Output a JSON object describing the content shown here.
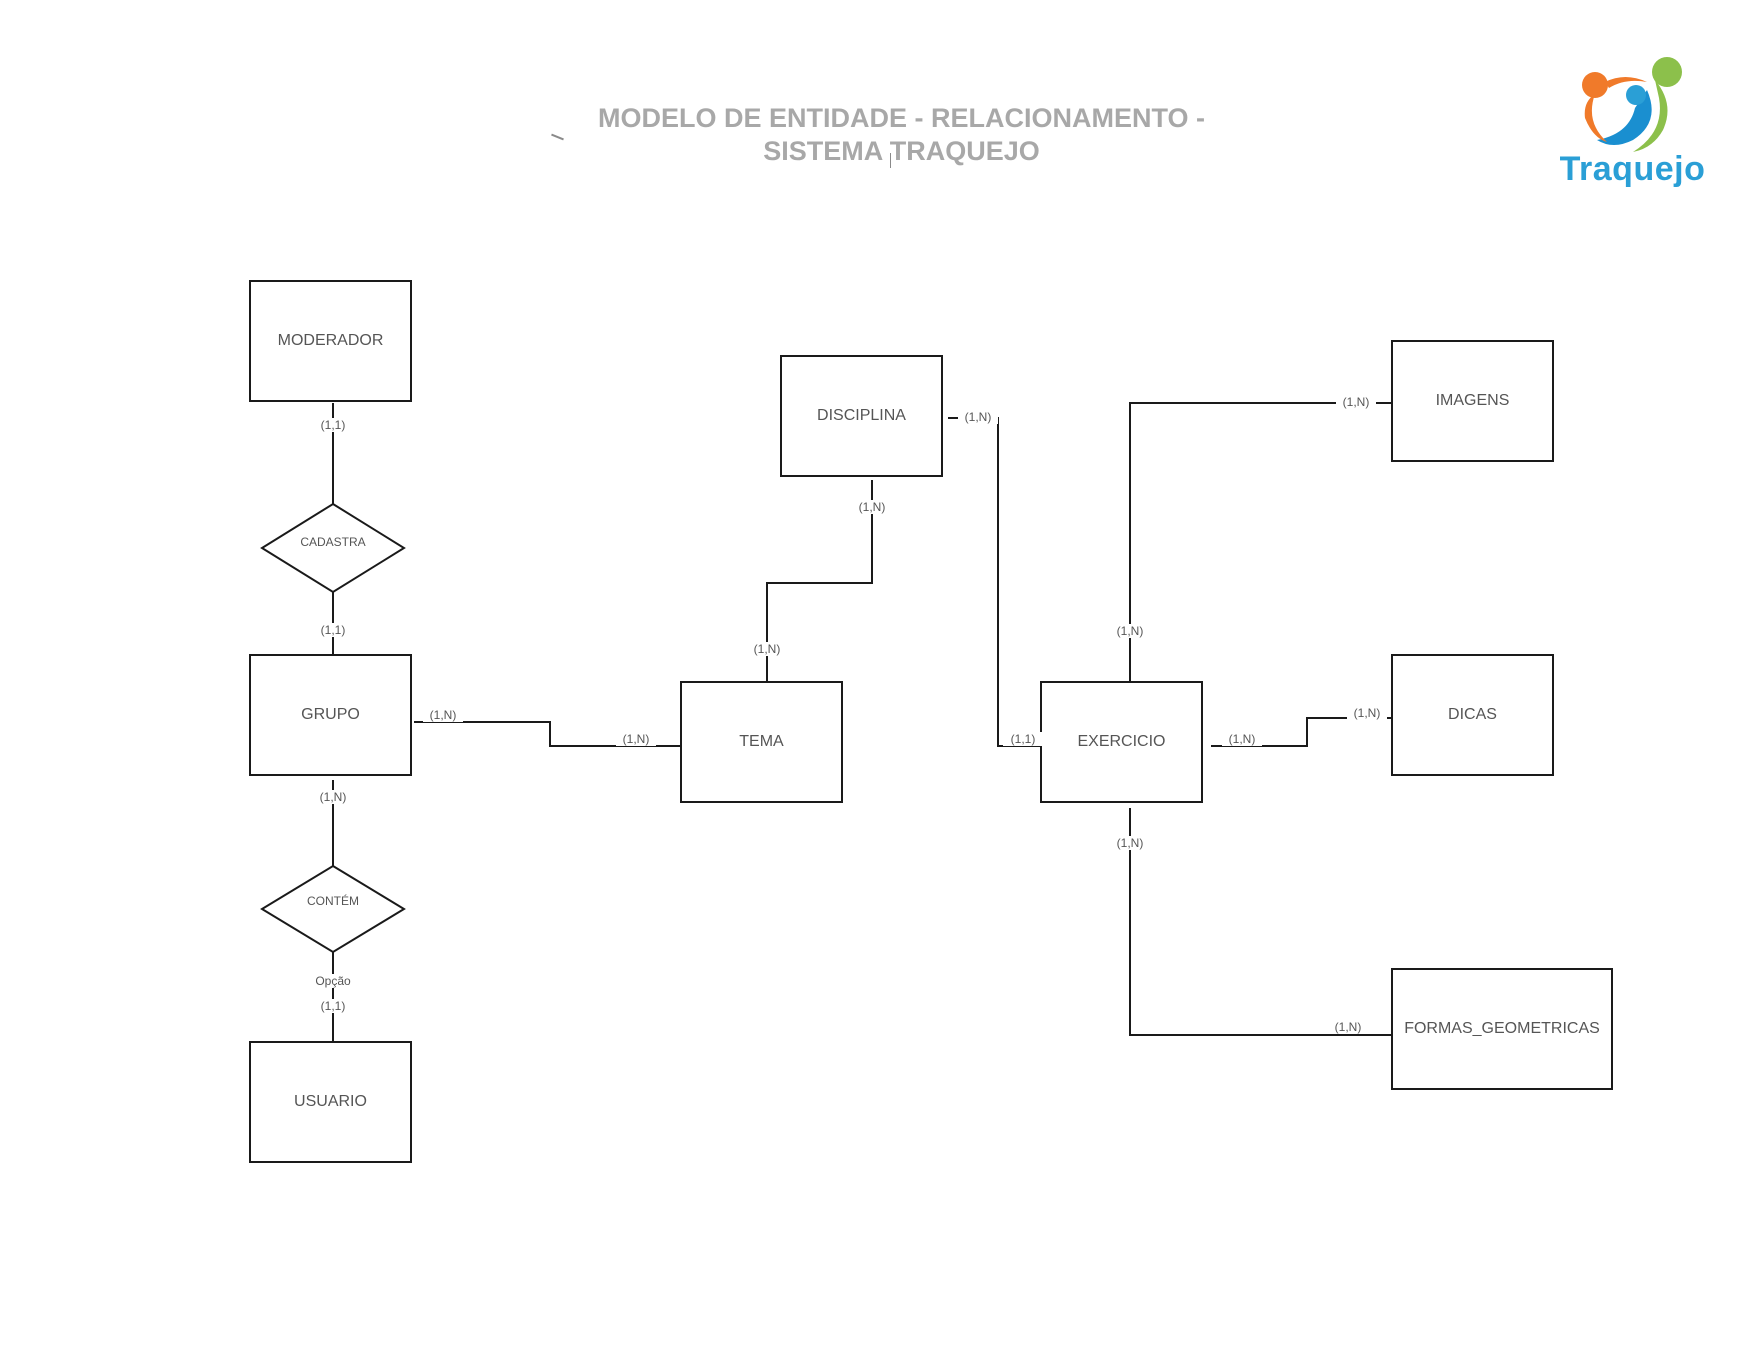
{
  "title": {
    "line1": "MODELO DE ENTIDADE - RELACIONAMENTO -",
    "line2": "SISTEMA TRAQUEJO"
  },
  "logo": {
    "text": "Traquejo",
    "colors": {
      "orange": "#f07a2a",
      "green": "#8cc04b",
      "blue": "#2a9fd6"
    }
  },
  "entities": {
    "moderador": "MODERADOR",
    "grupo": "GRUPO",
    "usuario": "USUARIO",
    "disciplina": "DISCIPLINA",
    "tema": "TEMA",
    "exercicio": "EXERCICIO",
    "imagens": "IMAGENS",
    "dicas": "DICAS",
    "formas_geometricas": "FORMAS_GEOMETRICAS"
  },
  "relationships": {
    "cadastra": "CADASTRA",
    "contem": "CONTÉM"
  },
  "cardinalities": {
    "moderador_cadastra": "(1,1)",
    "cadastra_grupo": "(1,1)",
    "grupo_contem": "(1,N)",
    "opcao_label": "Opção",
    "contem_usuario": "(1,1)",
    "grupo_tema_grupo_side": "(1,N)",
    "grupo_tema_tema_side": "(1,N)",
    "disciplina_tema_disc_side": "(1,N)",
    "disciplina_tema_tema_side": "(1,N)",
    "disciplina_exercicio_disc_side": "(1,N)",
    "disciplina_exercicio_ex_side": "(1,1)",
    "exercicio_imagens_ex_side": "(1,N)",
    "exercicio_imagens_img_side": "(1,N)",
    "exercicio_dicas_ex_side": "(1,N)",
    "exercicio_dicas_dicas_side": "(1,N)",
    "exercicio_formas_ex_side": "(1,N)",
    "exercicio_formas_formas_side": "(1,N)"
  },
  "colors": {
    "stroke": "#1a1a1a",
    "text": "#555555",
    "title": "#a8a8a8"
  }
}
